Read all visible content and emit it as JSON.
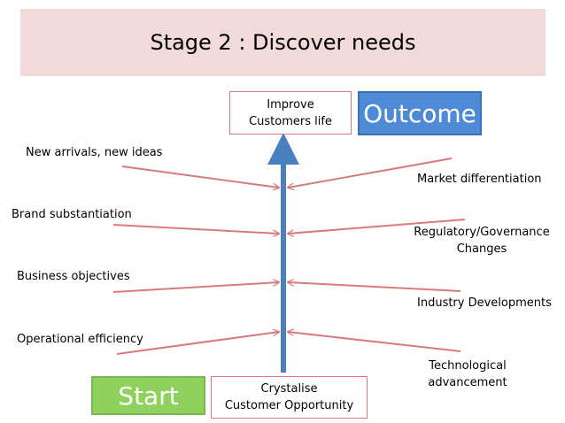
{
  "title": "Stage 2 : Discover needs",
  "goal_box": {
    "line1": "Improve",
    "line2": "Customers life"
  },
  "origin_box": {
    "line1": "Crystalise",
    "line2": "Customer  Opportunity"
  },
  "outcome_label": "Outcome",
  "start_label": "Start",
  "left_factors": [
    "New arrivals, new ideas",
    "Brand substantiation",
    "Business objectives",
    "Operational efficiency"
  ],
  "right_factors": [
    {
      "line1": "Market differentiation",
      "line2": ""
    },
    {
      "line1": "Regulatory/Governance",
      "line2": "Changes"
    },
    {
      "line1": "Industry Developments",
      "line2": ""
    },
    {
      "line1": "Technological",
      "line2": "advancement"
    }
  ],
  "colors": {
    "title_band": "#f2d9da",
    "spine": "#4a7fc0",
    "branch": "#d8797d",
    "outcome": "#4e8ad6",
    "start": "#8ed25d"
  }
}
